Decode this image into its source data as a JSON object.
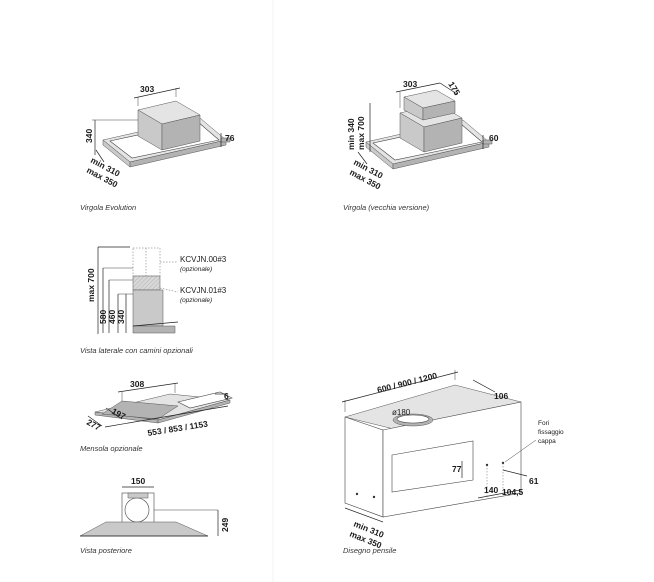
{
  "panels": {
    "virgola_evolution": {
      "caption": "Virgola Evolution",
      "dims": {
        "width": "303",
        "height": "340",
        "depth": "76",
        "min": "min 310",
        "max": "max 350"
      }
    },
    "virgola_old": {
      "caption": "Virgola (vecchia versione)",
      "dims": {
        "width": "303",
        "depth_top": "175",
        "min": "min 340",
        "max": "max 700",
        "depth": "60",
        "min_b": "min 310",
        "max_b": "max 350"
      }
    },
    "side_view": {
      "caption": "Vista laterale con camini opzionali",
      "kit1_code": "KCVJN.00#3",
      "kit1_note": "(opzionale)",
      "kit2_code": "KCVJN.01#3",
      "kit2_note": "(opzionale)",
      "dims": {
        "max": "max 700",
        "h1": "580",
        "h2": "460",
        "h3": "340"
      }
    },
    "mensola": {
      "caption": "Mensola opzionale",
      "dims": {
        "width": "308",
        "thickness": "6",
        "depth_inner": "197",
        "depth": "277",
        "length": "553 / 853 / 1153"
      }
    },
    "rear_view": {
      "caption": "Vista posteriore",
      "dims": {
        "width": "150",
        "height": "249"
      }
    },
    "cabinet": {
      "caption": "Disegno pensile",
      "dims": {
        "width": "600 / 900 / 1200",
        "depth": "106",
        "diameter": "ø180",
        "height": "77",
        "holes_label_1": "Fori",
        "holes_label_2": "fissaggio",
        "holes_label_3": "cappa",
        "d1": "61",
        "d2": "140",
        "d3": "104,5",
        "min": "min 310",
        "max": "max 350"
      }
    }
  }
}
